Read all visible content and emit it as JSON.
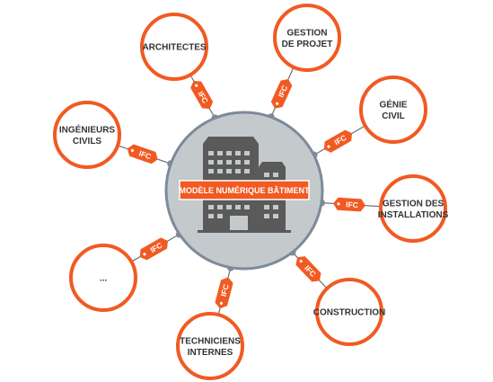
{
  "colors": {
    "accent": "#f15a22",
    "hub_fill": "#c4c9cc",
    "hub_stroke": "#7d8a99",
    "building": "#5a5a5a",
    "connector": "#6b6f73",
    "text": "#333333"
  },
  "hub": {
    "banner": "MODÈLE NUMÉRIQUE BÂTIMENT",
    "icon": "building-icon"
  },
  "connector_tag": "IFC",
  "stakeholders": [
    {
      "id": "architectes",
      "lines": [
        "ARCHITECTES"
      ]
    },
    {
      "id": "gestion-projet",
      "lines": [
        "GESTION",
        "DE PROJET"
      ]
    },
    {
      "id": "genie-civil",
      "lines": [
        "GÉNIE",
        "CIVIL"
      ]
    },
    {
      "id": "gestion-installations",
      "lines": [
        "GESTION DES",
        "INSTALLATIONS"
      ]
    },
    {
      "id": "construction",
      "lines": [
        "CONSTRUCTION"
      ]
    },
    {
      "id": "techniciens-internes",
      "lines": [
        "TECHNICIENS",
        "INTERNES"
      ]
    },
    {
      "id": "ellipsis",
      "lines": [
        "..."
      ]
    },
    {
      "id": "ingenieurs-civils",
      "lines": [
        "INGÉNIEURS",
        "CIVILS"
      ]
    }
  ]
}
